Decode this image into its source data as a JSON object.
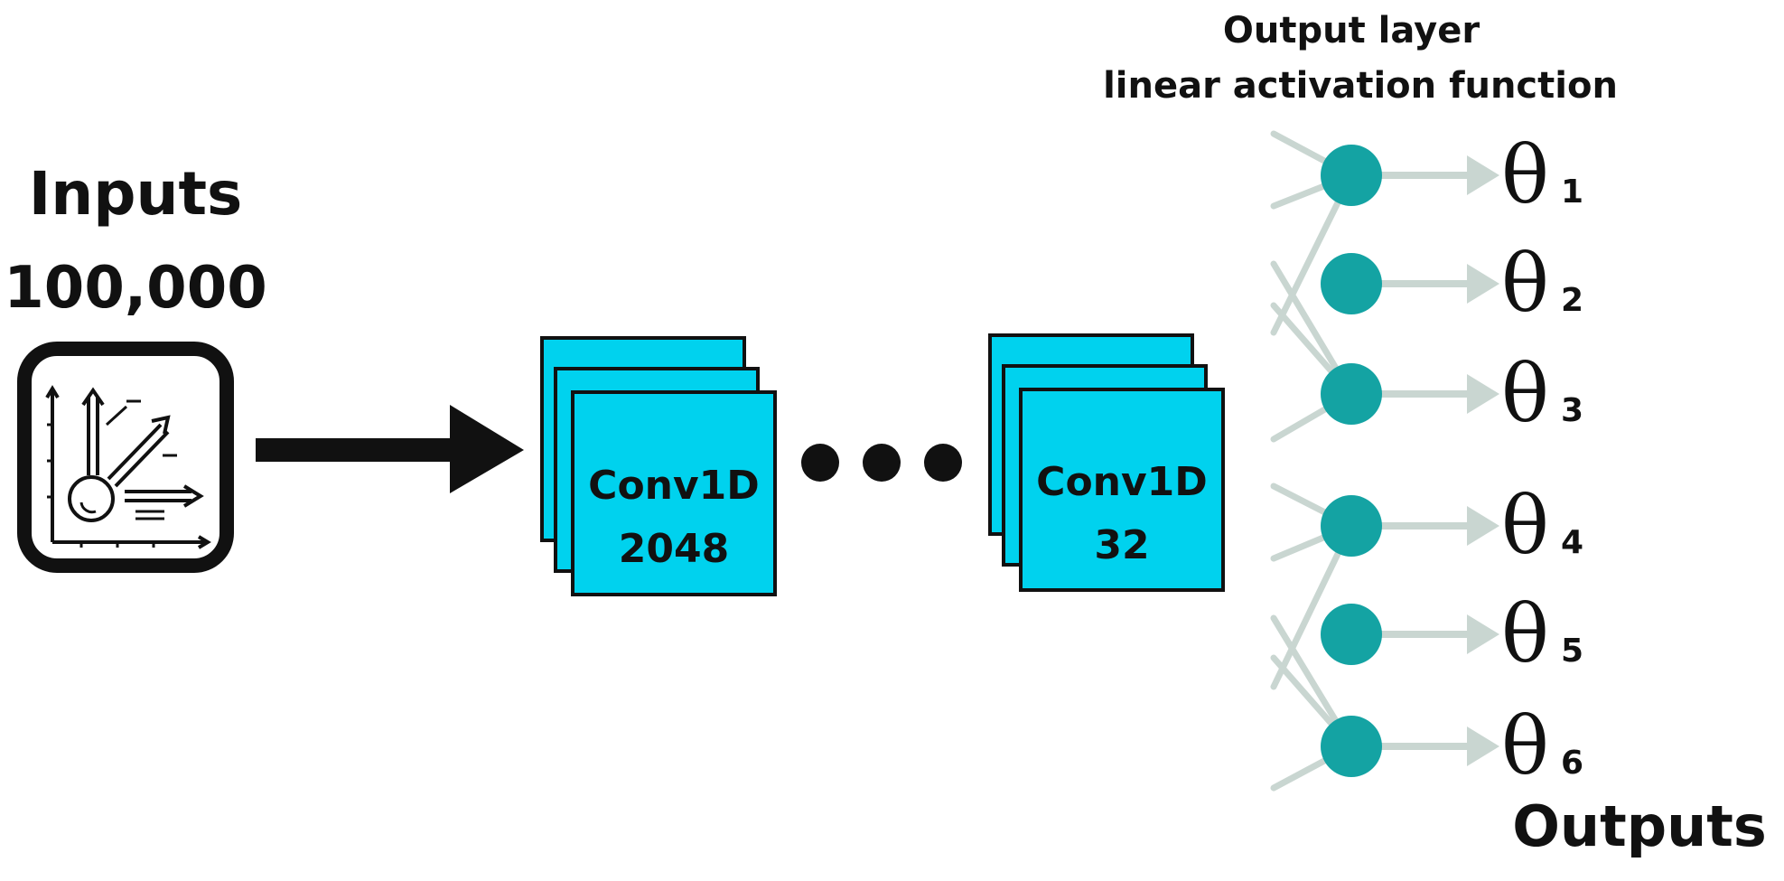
{
  "inputs": {
    "title": "Inputs",
    "count": "100,000",
    "icon": "scatter-chart-icon"
  },
  "conv_first": {
    "name": "Conv1D",
    "filters": "2048"
  },
  "conv_last": {
    "name": "Conv1D",
    "filters": "32"
  },
  "output_layer": {
    "title": "Output layer",
    "subtitle": "linear activation function"
  },
  "outputs": {
    "title": "Outputs",
    "symbol": "θ",
    "items": [
      {
        "index": "1"
      },
      {
        "index": "2"
      },
      {
        "index": "3"
      },
      {
        "index": "4"
      },
      {
        "index": "5"
      },
      {
        "index": "6"
      }
    ]
  },
  "colors": {
    "conv": "#00d2ee",
    "node": "#14a3a3",
    "edge": "#c9d6d1",
    "ink": "#111111"
  }
}
